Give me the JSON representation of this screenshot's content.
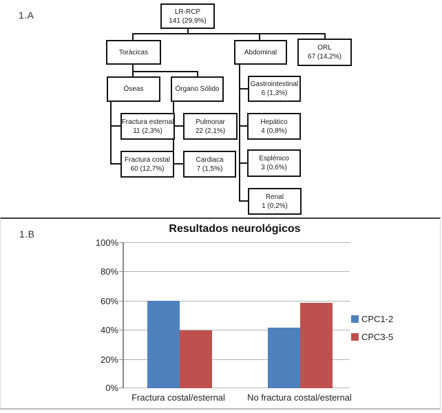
{
  "panel_a": {
    "label": "1.A",
    "nodes": [
      {
        "id": "lr-rcp",
        "lines": [
          "LR-RCP",
          "141 (29,9%)"
        ]
      },
      {
        "id": "toracicas",
        "lines": [
          "Torácicas"
        ]
      },
      {
        "id": "abdominal",
        "lines": [
          "Abdominal"
        ]
      },
      {
        "id": "orl",
        "lines": [
          "ORL",
          "67 (14,2%)"
        ]
      },
      {
        "id": "oseas",
        "lines": [
          "Óseas"
        ]
      },
      {
        "id": "organo-solido",
        "lines": [
          "Órgano Sólido"
        ]
      },
      {
        "id": "gastrointestinal",
        "lines": [
          "Gastrointestinal",
          "6 (1,3%)"
        ]
      },
      {
        "id": "fractura-esternal",
        "lines": [
          "Fractura esternal",
          "11 (2,3%)"
        ]
      },
      {
        "id": "pulmonar",
        "lines": [
          "Pulmonar",
          "22 (2,1%)"
        ]
      },
      {
        "id": "hepatico",
        "lines": [
          "Hepático",
          "4 (0,8%)"
        ]
      },
      {
        "id": "fractura-costal",
        "lines": [
          "Fractura costal",
          "60 (12,7%)"
        ]
      },
      {
        "id": "cardiaca",
        "lines": [
          "Cardiaca",
          "7 (1,5%)"
        ]
      },
      {
        "id": "esplenico",
        "lines": [
          "Esplénico",
          "3 (0,6%)"
        ]
      },
      {
        "id": "renal",
        "lines": [
          "Renal",
          "1 (0,2%)"
        ]
      }
    ]
  },
  "panel_b": {
    "label": "1.B"
  },
  "chart_data": {
    "type": "bar",
    "title": "Resultados neurológicos",
    "categories": [
      "Fractura costal/esternal",
      "No fractura costal/esternal"
    ],
    "series": [
      {
        "name": "CPC1-2",
        "color": "#4F81BD",
        "values": [
          60,
          41.7
        ]
      },
      {
        "name": "CPC3-5",
        "color": "#C0504D",
        "values": [
          39.6,
          58.3
        ]
      }
    ],
    "xlabel": "",
    "ylabel": "",
    "ylim": [
      0,
      100
    ],
    "yticks": [
      "0%",
      "20%",
      "40%",
      "60%",
      "80%",
      "100%"
    ],
    "grid": true,
    "legend_position": "right",
    "gridline_color": "#b3b3b3",
    "axis_color": "#898989"
  }
}
